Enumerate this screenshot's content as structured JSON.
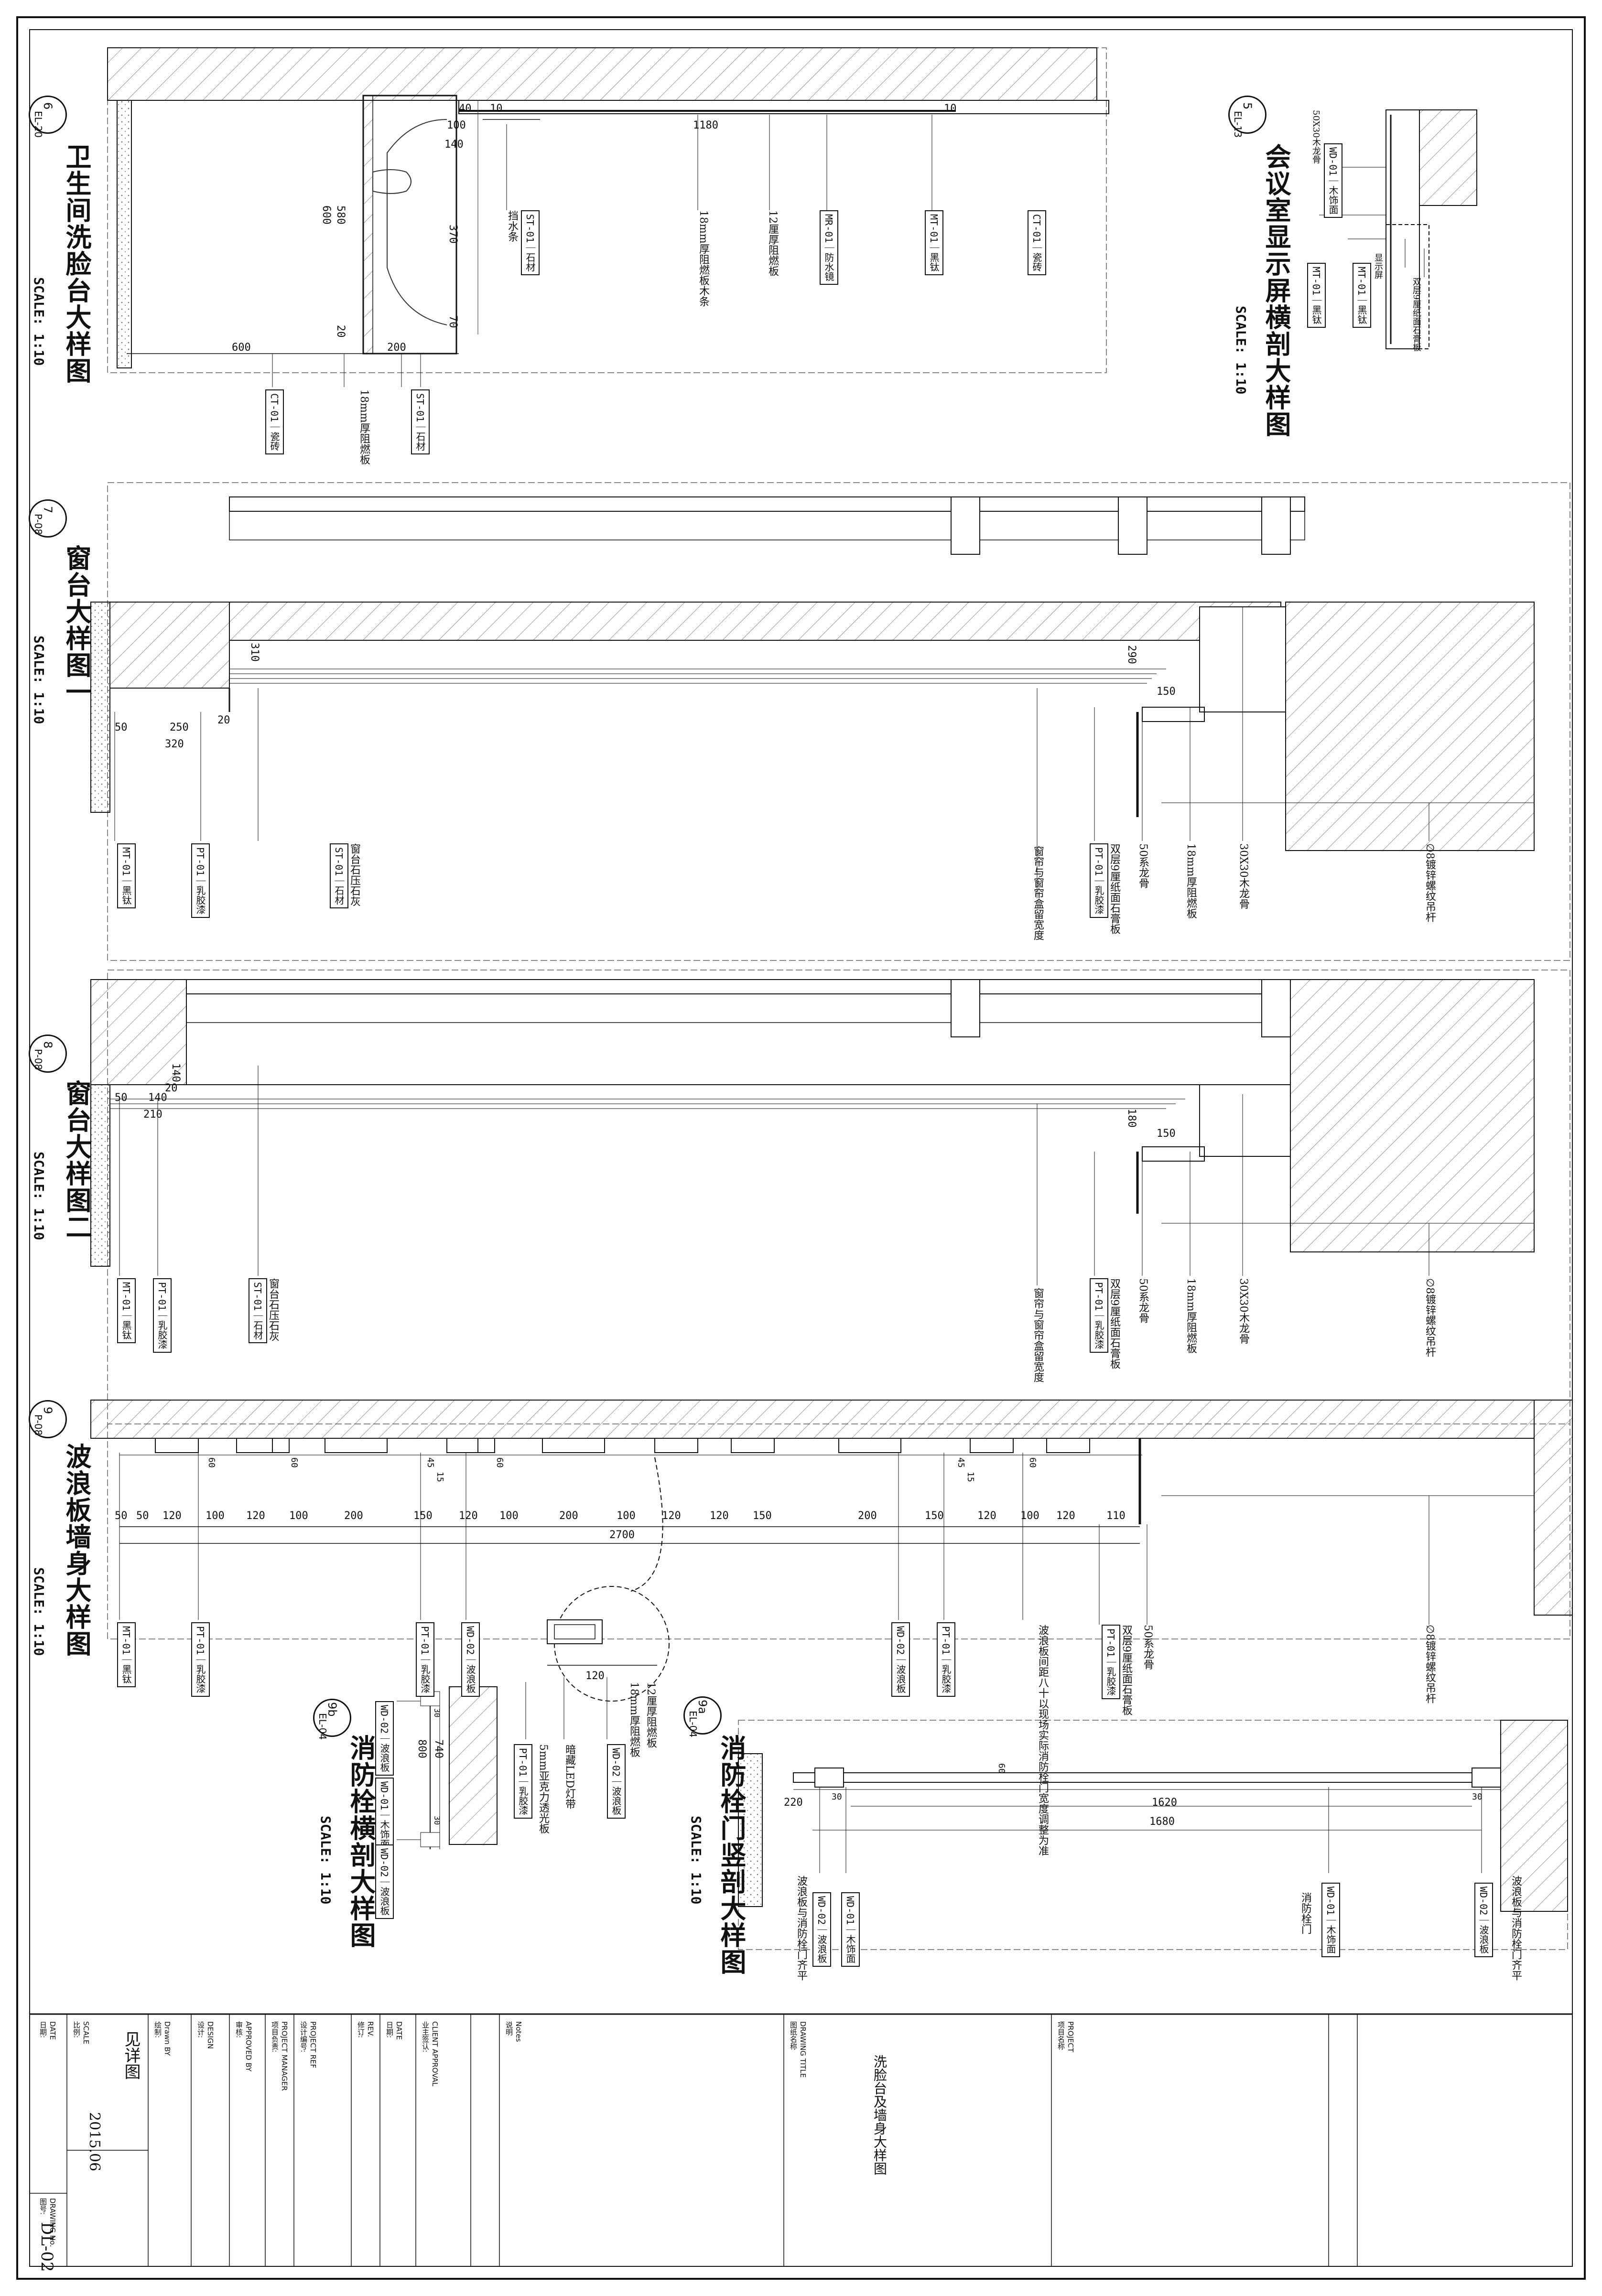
{
  "sheet": {
    "drawing_no_label": "DRAWING No.\n图号:",
    "drawing_no": "DL-02",
    "date_label": "DATE\n日期:",
    "date": "2015.06",
    "scale_label": "SCALE\n比例:",
    "scale": "见详图",
    "drawn_by_label": "Drawn BY\n绘制:",
    "design_label": "DESIGN\n设计:",
    "approved_label": "APPROVED BY\n审核:",
    "pm_label": "PROJECT MANAGER\n项目负责:",
    "project_ref_label": "PROJECT REF\n设计编号:",
    "rev_label": "REV.\n修订:",
    "date2_label": "DATE\n日期:",
    "client_label": "CLIENT APPROVAL\n业主签认:",
    "notes_label": "Notes\n说明",
    "drawing_title_label": "DRAWING TITLE\n图纸名称",
    "drawing_title": "洗脸台及墙身大样图",
    "project_label": "PROJECT\n项目名称"
  },
  "details": [
    {
      "num": "6",
      "ref": "EL-20",
      "title": "卫生间洗脸台大样图",
      "scale": "SCALE: 1:10"
    },
    {
      "num": "5",
      "ref": "EL-13",
      "title": "会议室显示屏横剖大样图",
      "scale": "SCALE: 1:10"
    },
    {
      "num": "7",
      "ref": "P-08",
      "title": "窗台大样图一",
      "scale": "SCALE: 1:10"
    },
    {
      "num": "8",
      "ref": "P-08",
      "title": "窗台大样图二",
      "scale": "SCALE: 1:10"
    },
    {
      "num": "9",
      "ref": "P-08",
      "title": "波浪板墙身大样图",
      "scale": "SCALE: 1:10"
    },
    {
      "num": "9a",
      "ref": "EL-04",
      "title": "消防栓门竖剖大样图",
      "scale": "SCALE: 1:10"
    },
    {
      "num": "9b",
      "ref": "EL-04",
      "title": "消防栓横剖大样图",
      "scale": "SCALE: 1:10"
    }
  ],
  "tags": {
    "st01_a": {
      "code": "ST-01",
      "name": "石材"
    },
    "mr01": {
      "code": "MR-01",
      "name": "防水镜"
    },
    "mt01_a": {
      "code": "MT-01",
      "name": "黑钛"
    },
    "ct01_a": {
      "code": "CT-01",
      "name": "瓷砖"
    },
    "ct01_b": {
      "code": "CT-01",
      "name": "瓷砖"
    },
    "st01_b": {
      "code": "ST-01",
      "name": "石材"
    },
    "wd01_5": {
      "code": "WD-01",
      "name": "木饰面"
    },
    "mt01_5a": {
      "code": "MT-01",
      "name": "黑钛"
    },
    "mt01_5b": {
      "code": "MT-01",
      "name": "黑钛"
    },
    "mt01_7": {
      "code": "MT-01",
      "name": "黑钛"
    },
    "pt01_7": {
      "code": "PT-01",
      "name": "乳胶漆"
    },
    "st01_7": {
      "code": "ST-01",
      "name": "石材"
    },
    "pt01_7b": {
      "code": "PT-01",
      "name": "乳胶漆"
    },
    "mt01_8": {
      "code": "MT-01",
      "name": "黑钛"
    },
    "pt01_8": {
      "code": "PT-01",
      "name": "乳胶漆"
    },
    "st01_8": {
      "code": "ST-01",
      "name": "石材"
    },
    "pt01_8b": {
      "code": "PT-01",
      "name": "乳胶漆"
    },
    "mt01_9": {
      "code": "MT-01",
      "name": "黑钛"
    },
    "pt01_9a": {
      "code": "PT-01",
      "name": "乳胶漆"
    },
    "pt01_9b": {
      "code": "PT-01",
      "name": "乳胶漆"
    },
    "wd02_9a": {
      "code": "WD-02",
      "name": "波浪板"
    },
    "wd02_9b": {
      "code": "WD-02",
      "name": "波浪板"
    },
    "pt01_9c": {
      "code": "PT-01",
      "name": "乳胶漆"
    },
    "pt01_9d": {
      "code": "PT-01",
      "name": "乳胶漆"
    },
    "wd02_9c": {
      "code": "WD-02",
      "name": "波浪板"
    },
    "pt01_9e": {
      "code": "PT-01",
      "name": "乳胶漆"
    },
    "wd02_9d": {
      "code": "WD-02",
      "name": "波浪板"
    },
    "wd01_9e": {
      "code": "WD-01",
      "name": "木饰面"
    },
    "wd02_9e": {
      "code": "WD-02",
      "name": "波浪板"
    },
    "wd02_9f": {
      "code": "WD-02",
      "name": "波浪板"
    },
    "wd01_9f": {
      "code": "WD-01",
      "name": "木饰面"
    },
    "wd01_9g": {
      "code": "WD-01",
      "name": "木饰面"
    },
    "wd02_9g": {
      "code": "WD-02",
      "name": "波浪板"
    }
  },
  "notes": {
    "n6_1": "挡水条",
    "n6_2": "18mm厚阻燃板木条",
    "n6_3": "12厘厚阻燃板",
    "n6_4": "18mm厚阻燃板",
    "n5_1": "50X30木龙骨",
    "n5_2": "显示屏",
    "n5_3": "双层9厘纸面石膏板",
    "n7_1": "窗台石压石灰",
    "n7_2": "双层9厘纸面石膏板",
    "n7_3": "窗帘与窗帘盒留宽度",
    "n7_4": "50系龙骨",
    "n7_5": "18mm厚阻燃板",
    "n7_6": "30X30木龙骨",
    "n7_7": "∅8镀锌螺纹吊杆",
    "n8_1": "窗台石压石灰",
    "n8_2": "双层9厘纸面石膏板",
    "n8_3": "窗帘与窗帘盒留宽度",
    "n8_4": "50系龙骨",
    "n8_5": "18mm厚阻燃板",
    "n8_6": "30X30木龙骨",
    "n8_7": "∅8镀锌螺纹吊杆",
    "n9_1": "双层9厘纸面石膏板",
    "n9_2": "波浪板间距八十以现场实际消防栓门宽度调整为准",
    "n9_3": "50系龙骨",
    "n9_4": "∅8镀锌螺纹吊杆",
    "n9b_1": "12厘厚阻燃板",
    "n9b_2": "18mm厚阻燃板",
    "n9b_3": "暗藏LED灯带",
    "n9b_4": "5mm亚克力透光板",
    "n9a_1": "波浪板与消防栓门齐平",
    "n9a_2": "消防栓门",
    "n9a_3": "波浪板与消防栓门齐平"
  },
  "dims": {
    "d6": [
      "100",
      "140",
      "1180",
      "580",
      "600",
      "370",
      "70",
      "20",
      "600",
      "200",
      "10",
      "10",
      "40"
    ],
    "d7": [
      "310",
      "290",
      "150",
      "50",
      "250",
      "20",
      "320"
    ],
    "d8": [
      "140",
      "20",
      "50",
      "140",
      "210",
      "180",
      "150"
    ],
    "d9": [
      "50",
      "50",
      "120",
      "100",
      "120",
      "100",
      "200",
      "150",
      "120",
      "100",
      "200",
      "100",
      "120",
      "120",
      "150",
      "200",
      "150",
      "120",
      "100",
      "120",
      "110",
      "2700",
      "60",
      "45",
      "15",
      "45",
      "15",
      "60",
      "60",
      "60"
    ],
    "d9b": [
      "120"
    ],
    "d9bside": [
      "740",
      "800",
      "30",
      "30"
    ],
    "d9a": [
      "220",
      "30",
      "1620",
      "1680",
      "30",
      "60"
    ]
  }
}
